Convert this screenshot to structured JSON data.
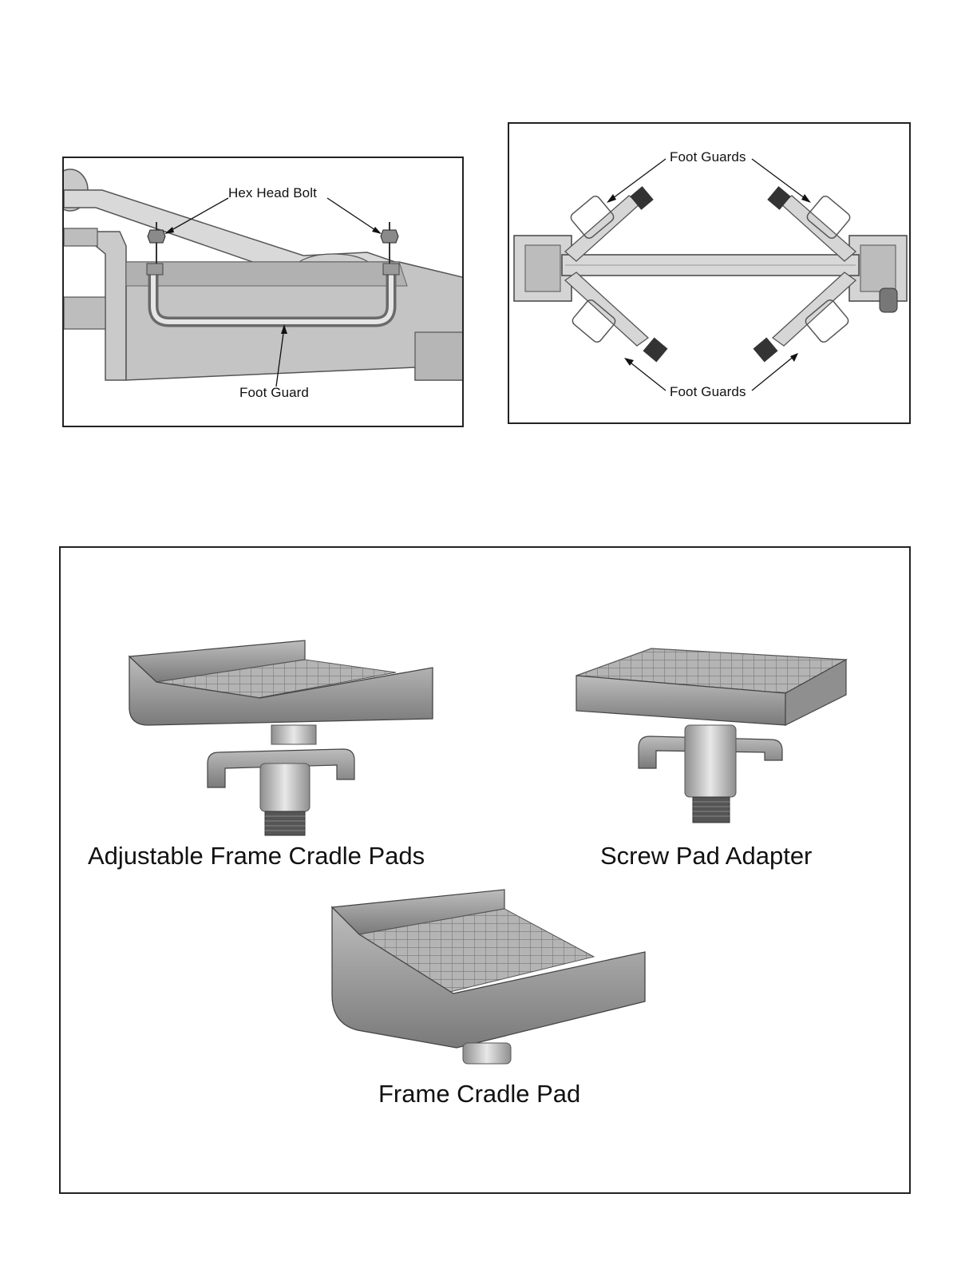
{
  "figure_1": {
    "callouts": {
      "hex_head_bolt": "Hex Head Bolt",
      "foot_guard": "Foot Guard"
    }
  },
  "figure_2": {
    "callouts": {
      "foot_guards_top": "Foot Guards",
      "foot_guards_bottom": "Foot Guards"
    }
  },
  "figure_3": {
    "captions": {
      "adjustable": "Adjustable Frame Cradle Pads",
      "screw": "Screw Pad Adapter",
      "frame": "Frame Cradle Pad"
    }
  },
  "colors": {
    "metal_light": "#d6d6d6",
    "metal_mid": "#a8a8a8",
    "metal_dark": "#6e6e6e",
    "rubber": "#333333",
    "outline": "#222222"
  }
}
